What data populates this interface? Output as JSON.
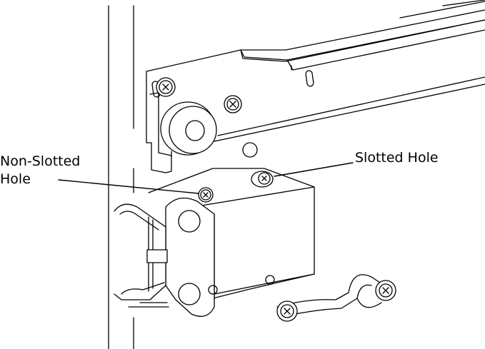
{
  "callouts": {
    "non_slotted_line1": "Non-Slotted",
    "non_slotted_line2": "Hole",
    "slotted": "Slotted Hole"
  },
  "colors": {
    "ink": "#000000",
    "fill": "#ffffff",
    "shade": "#e6e6e6"
  },
  "icons": [
    "phillips-screw-icon",
    "cable-clamp-icon",
    "roller-bearing-icon"
  ]
}
